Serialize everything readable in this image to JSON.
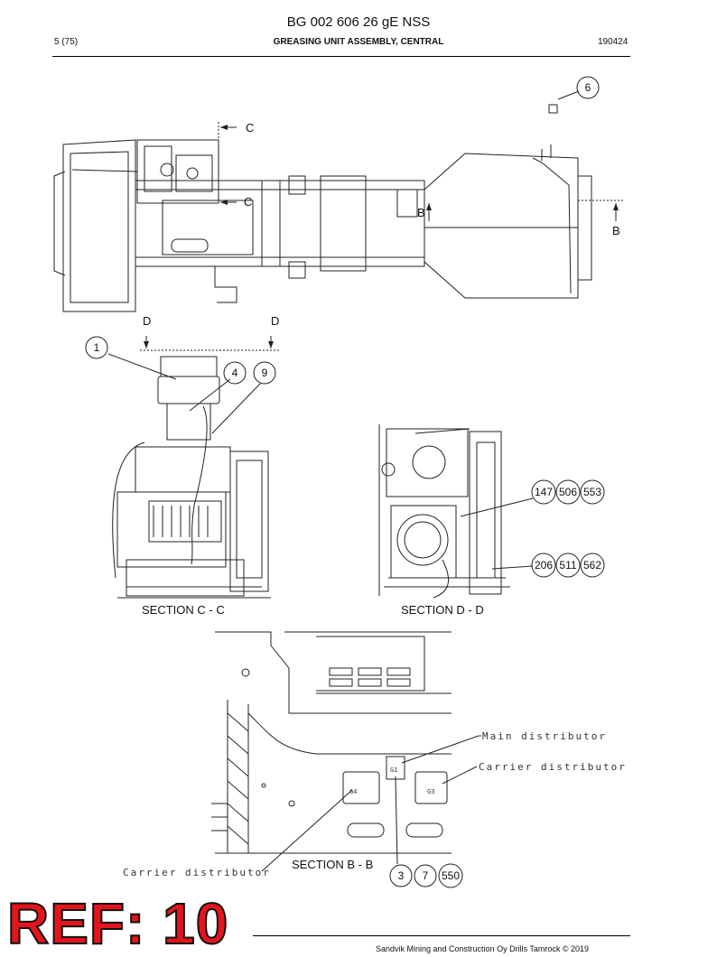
{
  "header": {
    "doc_number": "BG 002 606 26 gE NSS",
    "page": "5 (75)",
    "title": "GREASING UNIT ASSEMBLY, CENTRAL",
    "date": "190424"
  },
  "view_labels": {
    "c_top": "C",
    "c_bottom": "C",
    "b_left": "B",
    "b_right": "B",
    "d_left": "D",
    "d_right": "D"
  },
  "bubbles": {
    "b6": "6",
    "b1": "1",
    "b4": "4",
    "b9": "9",
    "b147": "147",
    "b506": "506",
    "b553": "553",
    "b206": "206",
    "b511": "511",
    "b562": "562",
    "b3": "3",
    "b7": "7",
    "b550": "550"
  },
  "sections": {
    "cc": "SECTION  C - C",
    "dd": "SECTION  D - D",
    "bb": "SECTION  B - B"
  },
  "callouts": {
    "main_distributor": "Main distributor",
    "carrier_distributor_right": "Carrier distributor",
    "carrier_distributor_left": "Carrier distributor",
    "g1": "G1",
    "g3": "G3",
    "g4": "G4"
  },
  "stamp": {
    "text": "REF: 10"
  },
  "footer": {
    "text": "Sandvik Mining and Construction Oy Drills Tamrock © 2019"
  }
}
